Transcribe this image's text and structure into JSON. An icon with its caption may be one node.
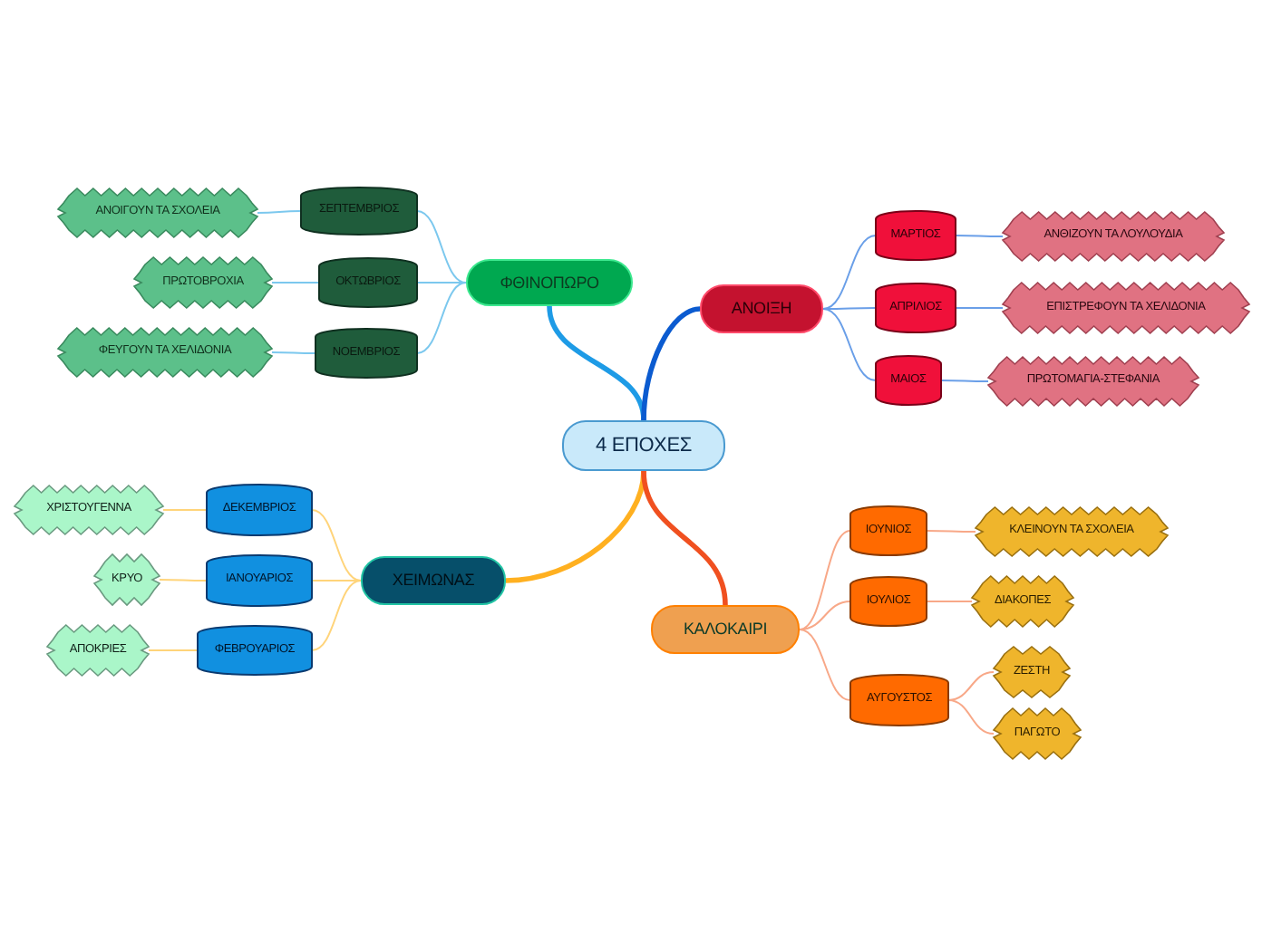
{
  "diagram": {
    "nodes": [
      {
        "text": [
          "4 ΕΠΟΧΕΣ"
        ]
      },
      {
        "text": [
          "ΦΘΙΝΟΠΩΡΟ"
        ]
      },
      {
        "text": [
          "ΣΕΠΤΕΜΒΡΙΟΣ"
        ]
      },
      {
        "text": [
          "ΑΝΟΙΓΟΥΝ ΤΑ ΣΧΟΛΕΙΑ"
        ]
      },
      {
        "text": [
          "ΟΚΤΩΒΡΙΟΣ"
        ]
      },
      {
        "text": [
          "ΠΡΩΤΟΒΡΟΧΙΑ"
        ]
      },
      {
        "text": [
          "ΝΟΕΜΒΡΙΟΣ"
        ]
      },
      {
        "text": [
          "ΦΕΥΓΟΥΝ ΤΑ ΧΕΛΙΔΟΝΙΑ"
        ]
      },
      {
        "text": [
          "ΑΝΟΙΞΗ"
        ]
      },
      {
        "text": [
          "ΜΑΡΤΙΟΣ"
        ]
      },
      {
        "text": [
          "ΑΝΘΙΖΟΥΝ ΤΑ ΛΟΥΛΟΥΔΙΑ"
        ]
      },
      {
        "text": [
          "ΑΠΡΙΛΙΟΣ"
        ]
      },
      {
        "text": [
          "ΕΠΙΣΤΡΕΦΟΥΝ ΤΑ ΧΕΛΙΔΟΝΙΑ"
        ]
      },
      {
        "text": [
          "ΜΑΙΟΣ"
        ]
      },
      {
        "text": [
          "ΠΡΩΤΟΜΑΓΙΑ-ΣΤΕΦΑΝΙΑ"
        ]
      },
      {
        "text": [
          "ΧΕΙΜΩΝΑΣ"
        ]
      },
      {
        "text": [
          "ΔΕΚΕΜΒΡΙΟΣ"
        ]
      },
      {
        "text": [
          "ΧΡΙΣΤΟΥΓΕΝΝΑ"
        ]
      },
      {
        "text": [
          "ΙΑΝΟΥΑΡΙΟΣ"
        ]
      },
      {
        "text": [
          "ΚΡΥΟ"
        ]
      },
      {
        "text": [
          "ΦΕΒΡΟΥΑΡΙΟΣ"
        ]
      },
      {
        "text": [
          "ΑΠΟΚΡΙΕΣ"
        ]
      },
      {
        "text": [
          "ΚΑΛΟΚΑΙΡΙ"
        ]
      },
      {
        "text": [
          "ΙΟΥΝΙΟΣ"
        ]
      },
      {
        "text": [
          "ΚΛΕΙΝΟΥΝ ΤΑ ΣΧΟΛΕΙΑ"
        ]
      },
      {
        "text": [
          "ΙΟΥΛΙΟΣ"
        ]
      },
      {
        "text": [
          "ΔΙΑΚΟΠΕΣ"
        ]
      },
      {
        "text": [
          "ΑΥΓΟΥΣΤΟΣ"
        ]
      },
      {
        "text": [
          "ΖΕΣΤΗ"
        ]
      },
      {
        "text": [
          "ΠΑΓΩΤΟ"
        ]
      }
    ],
    "edges": [
      {
        "from": 0,
        "to": 1,
        "arrow": "none",
        "style": "thick",
        "color": "#1e9be6"
      },
      {
        "from": 1,
        "to": 2,
        "arrow": "none",
        "color": "#7cc8ee"
      },
      {
        "from": 2,
        "to": 3,
        "arrow": "none",
        "color": "#7cc8ee"
      },
      {
        "from": 1,
        "to": 4,
        "arrow": "none",
        "color": "#7cc8ee"
      },
      {
        "from": 4,
        "to": 5,
        "arrow": "none",
        "color": "#7cc8ee"
      },
      {
        "from": 1,
        "to": 6,
        "arrow": "none",
        "color": "#7cc8ee"
      },
      {
        "from": 6,
        "to": 7,
        "arrow": "none",
        "color": "#7cc8ee"
      },
      {
        "from": 0,
        "to": 8,
        "arrow": "none",
        "style": "thick",
        "color": "#0b5bd0"
      },
      {
        "from": 8,
        "to": 9,
        "arrow": "none",
        "color": "#6a9fe8"
      },
      {
        "from": 9,
        "to": 10,
        "arrow": "none",
        "color": "#6a9fe8"
      },
      {
        "from": 8,
        "to": 11,
        "arrow": "none",
        "color": "#6a9fe8"
      },
      {
        "from": 11,
        "to": 12,
        "arrow": "none",
        "color": "#6a9fe8"
      },
      {
        "from": 8,
        "to": 13,
        "arrow": "none",
        "color": "#6a9fe8"
      },
      {
        "from": 13,
        "to": 14,
        "arrow": "none",
        "color": "#6a9fe8"
      },
      {
        "from": 0,
        "to": 15,
        "arrow": "none",
        "style": "thick",
        "color": "#ffb020"
      },
      {
        "from": 15,
        "to": 16,
        "arrow": "none",
        "color": "#ffd47a"
      },
      {
        "from": 16,
        "to": 17,
        "arrow": "none",
        "color": "#ffd47a"
      },
      {
        "from": 15,
        "to": 18,
        "arrow": "none",
        "color": "#ffd47a"
      },
      {
        "from": 18,
        "to": 19,
        "arrow": "none",
        "color": "#ffd47a"
      },
      {
        "from": 15,
        "to": 20,
        "arrow": "none",
        "color": "#ffd47a"
      },
      {
        "from": 20,
        "to": 21,
        "arrow": "none",
        "color": "#ffd47a"
      },
      {
        "from": 0,
        "to": 22,
        "arrow": "none",
        "style": "thick",
        "color": "#f05020"
      },
      {
        "from": 22,
        "to": 23,
        "arrow": "none",
        "color": "#f8a888"
      },
      {
        "from": 23,
        "to": 24,
        "arrow": "none",
        "color": "#f8a888"
      },
      {
        "from": 22,
        "to": 25,
        "arrow": "none",
        "color": "#f8a888"
      },
      {
        "from": 25,
        "to": 26,
        "arrow": "none",
        "color": "#f8a888"
      },
      {
        "from": 22,
        "to": 27,
        "arrow": "none",
        "color": "#f8a888"
      },
      {
        "from": 27,
        "to": 28,
        "arrow": "none",
        "color": "#f8a888"
      },
      {
        "from": 27,
        "to": 29,
        "arrow": "none",
        "color": "#f8a888"
      }
    ]
  }
}
